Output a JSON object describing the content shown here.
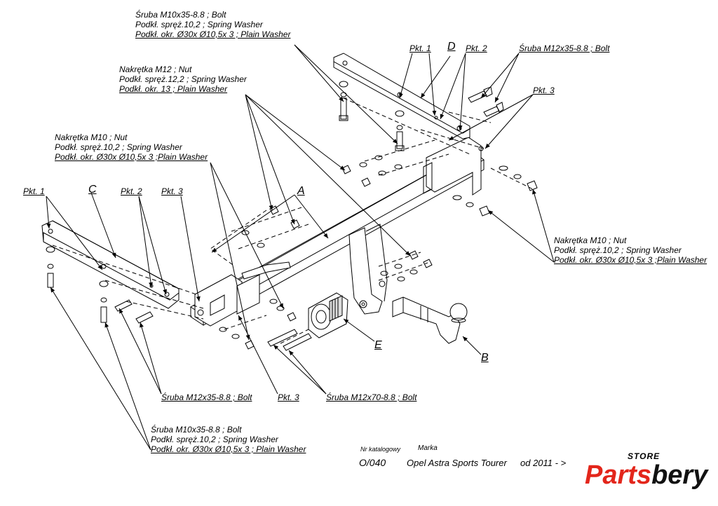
{
  "labels": {
    "top_left_bolt": [
      "Śruba M10x35-8.8 ;  Bolt",
      "Podkł. spręż.10,2 ; Spring Washer",
      "Podkł. okr.  Ø30x Ø10,5x 3 ; Plain Washer"
    ],
    "nut_m12": [
      "Nakrętka  M12 ; Nut",
      "Podkł. spręż.12,2 ; Spring Washer",
      "Podkł. okr. 13 ; Plain Washer"
    ],
    "nut_m10_left": [
      "Nakrętka  M10 ; Nut",
      "Podkł. spręż.10,2 ; Spring Washer",
      "Podkł. okr.  Ø30x Ø10,5x 3 ;Plain Washer"
    ],
    "bolt_m12_top_right": "Śruba M12x35-8.8 ;  Bolt",
    "nut_m10_right": [
      "Nakrętka  M10 ; Nut",
      "Podkł. spręż.10,2 ; Spring Washer",
      "Podkł. okr.  Ø30x Ø10,5x 3 ;Plain Washer"
    ],
    "bolt_m12x35_bottom": "Śruba M12x35-8.8 ;  Bolt",
    "pkt3_bottom": "Pkt. 3",
    "bolt_m12x70": "Śruba M12x70-8.8 ;  Bolt",
    "bottom_left_bolt": [
      "Śruba M10x35-8.8 ;  Bolt",
      "Podkł. spręż.10,2 ; Spring Washer",
      "Podkł. okr.  Ø30x Ø10,5x 3 ; Plain Washer"
    ],
    "pkt_top_1": "Pkt. 1",
    "pkt_top_2": "Pkt. 2",
    "pkt_top_3": "Pkt. 3",
    "pkt_left_1": "Pkt. 1",
    "pkt_left_2": "Pkt. 2",
    "pkt_left_3": "Pkt. 3"
  },
  "part_letters": {
    "A": "A",
    "B": "B",
    "C": "C",
    "D": "D",
    "E": "E"
  },
  "catalog": {
    "nr_label": "Nr katalogowy",
    "marka_label": "Marka",
    "nr_value": "O/040",
    "model": "Opel Astra Sports Tourer",
    "since": "od 2011 - >"
  },
  "logo": {
    "small": "STORE",
    "name_part1": "Parts",
    "name_part2": "bery"
  },
  "colors": {
    "line": "#000000",
    "logo_red": "#e3261b"
  }
}
